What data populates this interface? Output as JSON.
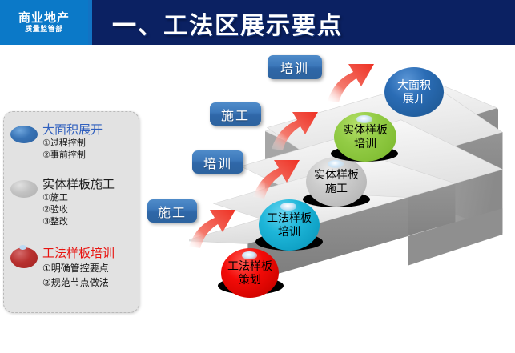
{
  "header": {
    "logo_main": "商业地产",
    "logo_sub": "质量监管部",
    "title": "一、工法区展示要点"
  },
  "legend": {
    "groups": [
      {
        "bullet": "blue-ellipse-icon",
        "color": "#2f5fbe",
        "title": "大面积展开",
        "items": [
          "①过程控制",
          "②事前控制"
        ]
      },
      {
        "bullet": "grey-ellipse-icon",
        "color": "#1b1b1b",
        "title": "实体样板施工",
        "items": [
          "①施工",
          "②验收",
          "③整改"
        ]
      },
      {
        "bullet": "red-sphere-icon",
        "color": "#e8130f",
        "title": "工法样板培训",
        "items": [
          "①明确管控要点",
          "②规范节点做法"
        ]
      }
    ]
  },
  "diagram": {
    "callouts": [
      {
        "label": "施工",
        "name": "callout-step1-shigong"
      },
      {
        "label": "培训",
        "name": "callout-step2-peixun"
      },
      {
        "label": "施工",
        "name": "callout-step3-shigong"
      },
      {
        "label": "培训",
        "name": "callout-step4-peixun"
      }
    ],
    "spheres": [
      {
        "name": "sphere-gongfa-yangban-cehua",
        "color": "#f30b08",
        "lines": [
          "工法样板",
          "策划"
        ]
      },
      {
        "name": "sphere-gongfa-yangban-peixun",
        "color": "#1eb6d9",
        "lines": [
          "工法样板",
          "培训"
        ]
      },
      {
        "name": "sphere-shiti-yangban-shigong",
        "color": "#cccccc",
        "lines": [
          "实体样板",
          "施工"
        ]
      },
      {
        "name": "sphere-shiti-yangban-peixun",
        "color": "#93cc46",
        "lines": [
          "实体样板",
          "培训"
        ]
      },
      {
        "name": "sphere-damianji-zhankai",
        "color": "#2a6cb5",
        "lines": [
          "大面积",
          "展开"
        ]
      }
    ],
    "arrow_color": "#ef4136",
    "stair_colors": {
      "tread": "#f2f2f2",
      "riser": "#8a8a8a",
      "side": "#9e9e9e",
      "side_dark": "#8d8d8d"
    }
  }
}
